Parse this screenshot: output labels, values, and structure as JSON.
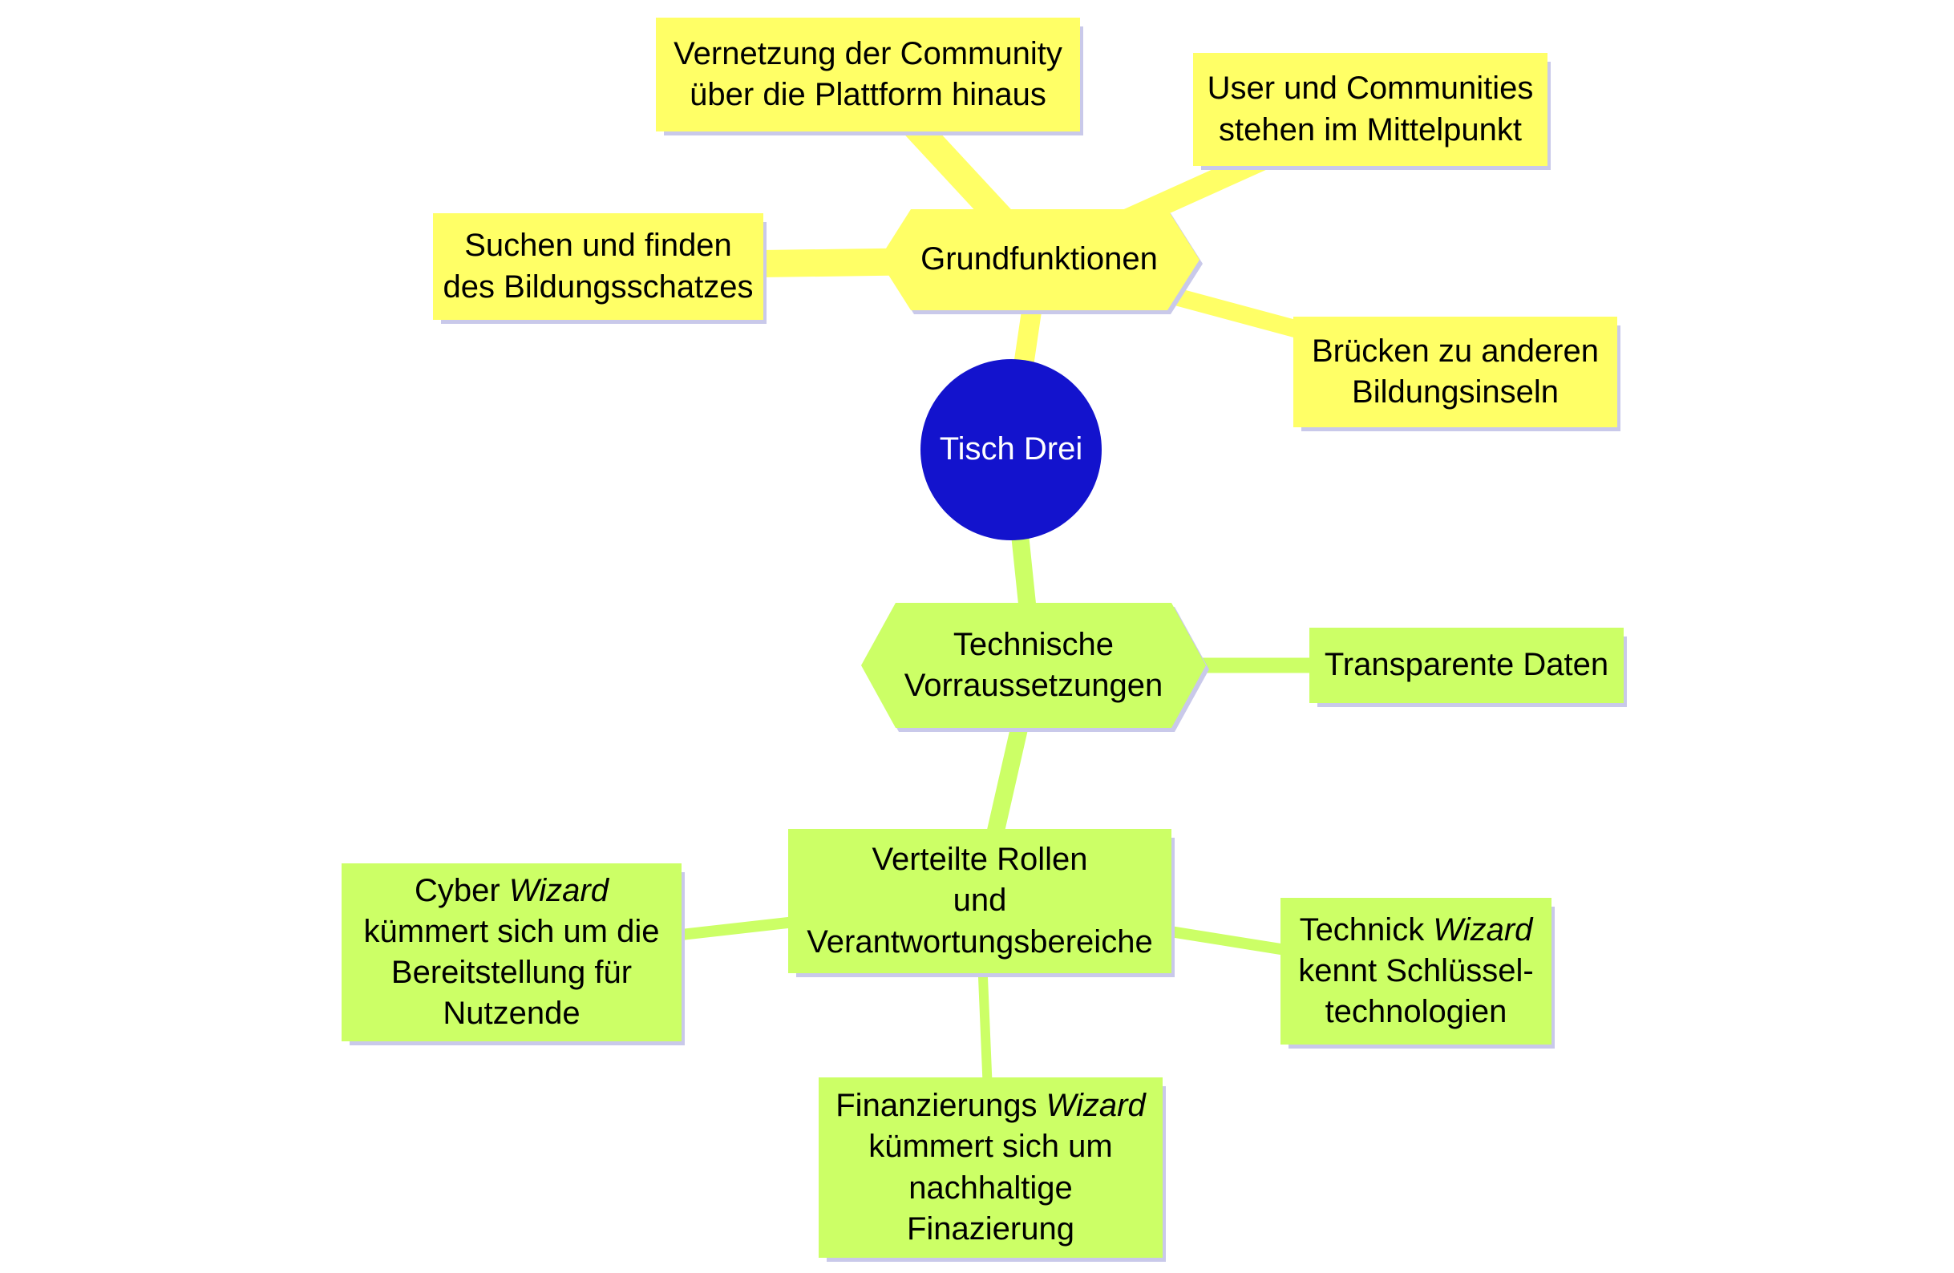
{
  "colors": {
    "node_yellow": "#FFFF66",
    "node_green": "#CCFF66",
    "center_blue": "#1313CD",
    "shadow_lavender": "#C9C9EA",
    "text_black": "#000000",
    "center_text_white": "#FFFFFF",
    "edge_yellow": "#FFFF66",
    "edge_green": "#CCFF66"
  },
  "center": {
    "label": "Tisch Drei"
  },
  "branches": {
    "grundfunktionen": {
      "label": "Grundfunktionen",
      "children": {
        "vernetzung": {
          "label": "Vernetzung der Community\nüber die Plattform hinaus"
        },
        "user_communities": {
          "label": "User und Communities\nstehen im Mittelpunkt"
        },
        "suchen_finden": {
          "label": "Suchen und finden\ndes Bildungsschatzes"
        },
        "bruecken": {
          "label": "Brücken zu anderen\nBildungsinseln"
        }
      }
    },
    "technische": {
      "label": "Technische\nVorraussetzungen",
      "children": {
        "transparente_daten": {
          "label": "Transparente Daten"
        },
        "verteilte_rollen": {
          "label": "Verteilte Rollen\nund\nVerantwortungsbereiche",
          "children": {
            "cyber_wizard": {
              "prefix": "Cyber ",
              "italic": "Wizard",
              "rest": "\nkümmert sich um die\nBereitstellung für\nNutzende"
            },
            "technick_wizard": {
              "prefix": "Technick ",
              "italic": "Wizard",
              "rest": "\nkennt Schlüssel-\ntechnologien"
            },
            "finanzierungs_wizard": {
              "prefix": "Finanzierungs ",
              "italic": "Wizard",
              "rest": "\nkümmert sich um\nnachhaltige\nFinazierung"
            }
          }
        }
      }
    }
  }
}
